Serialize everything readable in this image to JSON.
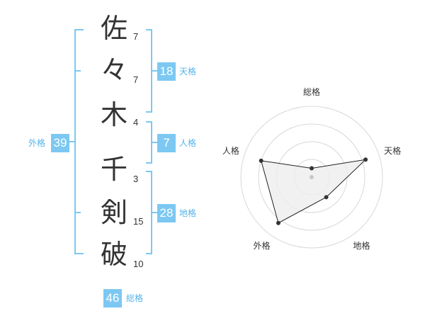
{
  "name": {
    "chars": [
      {
        "char": "佐",
        "strokes": "7"
      },
      {
        "char": "々",
        "strokes": "7"
      },
      {
        "char": "木",
        "strokes": "4"
      },
      {
        "char": "千",
        "strokes": "3"
      },
      {
        "char": "剣",
        "strokes": "15"
      },
      {
        "char": "破",
        "strokes": "10"
      }
    ]
  },
  "fortunes": {
    "tenkaku": {
      "label": "天格",
      "value": "18"
    },
    "jinkaku": {
      "label": "人格",
      "value": "7"
    },
    "chikaku": {
      "label": "地格",
      "value": "28"
    },
    "gaikaku": {
      "label": "外格",
      "value": "39"
    },
    "soukaku": {
      "label": "総格",
      "value": "46"
    }
  },
  "colors": {
    "accent": "#7cc8f2",
    "accent_text": "#55b3e8",
    "bracket": "#7cc8f2",
    "grid": "#d8d8d8",
    "fill": "#eeeeee"
  },
  "chart_data": {
    "type": "radar",
    "axes": [
      "総格",
      "天格",
      "地格",
      "外格",
      "人格"
    ],
    "levels": 4,
    "values": [
      0.5,
      3.2,
      1.4,
      3.2,
      3.0
    ],
    "max": 4,
    "grid": true
  }
}
